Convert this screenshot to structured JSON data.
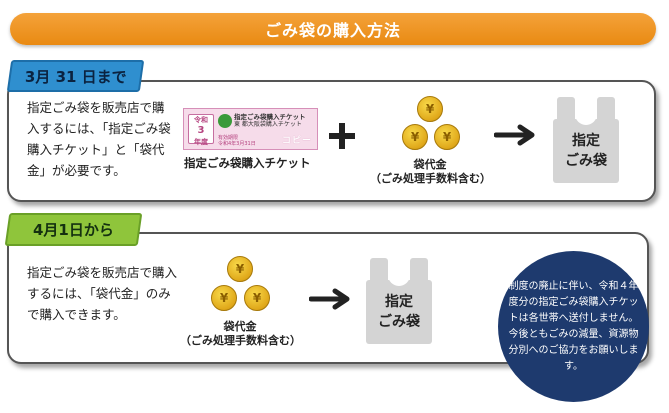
{
  "header": {
    "title": "ごみ袋の購入方法"
  },
  "section1": {
    "tab_label": "3月 31 日まで",
    "description": "指定ごみ袋を販売店で購入するには、「指定ごみ袋購入チケット」と「袋代金」が必要です。",
    "ticket": {
      "badge_top": "令和",
      "badge_num": "3",
      "badge_bottom": "年度",
      "title_line1": "指定ごみ袋購入チケット",
      "title_line2": "東 都大阪袋購入チケット",
      "foot_line1": "有効期限",
      "foot_line2": "令和4年3月31日",
      "copy_mark": "コピー",
      "label": "指定ごみ袋購入チケット"
    },
    "coin_symbol": "¥",
    "fee_label": "袋代金",
    "fee_sub": "（ごみ処理手数料含む）",
    "bag_line1": "指定",
    "bag_line2": "ごみ袋"
  },
  "section2": {
    "tab_label": "4月1日から",
    "description": "指定ごみ袋を販売店で購入するには、「袋代金」のみで購入できます。",
    "coin_symbol": "¥",
    "fee_label": "袋代金",
    "fee_sub": "（ごみ処理手数料含む）",
    "bag_line1": "指定",
    "bag_line2": "ごみ袋"
  },
  "note": {
    "text": "制度の廃止に伴い、令和４年度分の指定ごみ袋購入チケットは各世帯へ送付しません。今後ともごみの減量、資源物分別へのご協力をお願いします。"
  },
  "colors": {
    "header": "#e98a12",
    "tab1": "#2f8fcf",
    "tab2": "#8fc53b",
    "note_bg": "#1e3a6e"
  }
}
